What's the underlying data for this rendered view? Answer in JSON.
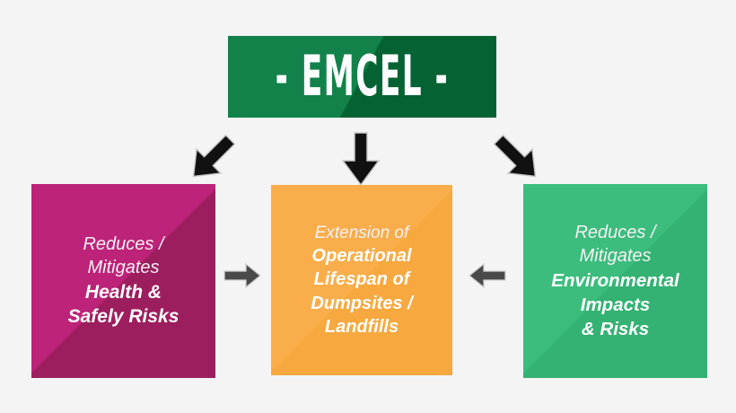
{
  "background_color": "#f4f4f4",
  "header": {
    "title": "- EMCEL -",
    "background_color": "#0b7a40"
  },
  "cards": [
    {
      "id": "health",
      "name": "health-safety-card",
      "background_color": "#bd2379",
      "lines": [
        {
          "text": "Reduces /",
          "weight": "light"
        },
        {
          "text": "Mitigates",
          "weight": "light"
        },
        {
          "text": "Health &",
          "weight": "strong"
        },
        {
          "text": "Safely Risks",
          "weight": "strong"
        }
      ]
    },
    {
      "id": "lifespan",
      "name": "operational-lifespan-card",
      "background_color": "#f9ae4b",
      "lines": [
        {
          "text": "Extension of",
          "weight": "light"
        },
        {
          "text": "Operational",
          "weight": "strong"
        },
        {
          "text": "Lifespan of",
          "weight": "strong"
        },
        {
          "text": "Dumpsites /",
          "weight": "strong"
        },
        {
          "text": "Landfills",
          "weight": "strong"
        }
      ]
    },
    {
      "id": "environment",
      "name": "environmental-impacts-card",
      "background_color": "#3cbd7d",
      "lines": [
        {
          "text": "Reduces /",
          "weight": "light"
        },
        {
          "text": "Mitigates",
          "weight": "light"
        },
        {
          "text": "Environmental",
          "weight": "strong"
        },
        {
          "text": "Impacts",
          "weight": "strong"
        },
        {
          "text": "& Risks",
          "weight": "strong"
        }
      ]
    }
  ],
  "arrows": [
    {
      "name": "arrow-down-left-icon",
      "direction": "down-left",
      "color": "#111111"
    },
    {
      "name": "arrow-down-icon",
      "direction": "down",
      "color": "#111111"
    },
    {
      "name": "arrow-down-right-icon",
      "direction": "down-right",
      "color": "#111111"
    },
    {
      "name": "arrow-right-icon",
      "direction": "right",
      "color": "#4a4a4a"
    },
    {
      "name": "arrow-left-icon",
      "direction": "left",
      "color": "#4a4a4a"
    }
  ]
}
